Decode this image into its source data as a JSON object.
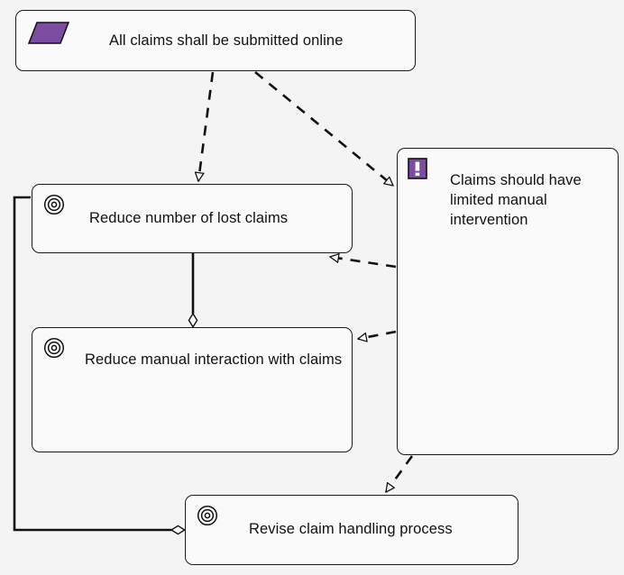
{
  "diagram": {
    "title": "ArchiMate Motivation View",
    "background_color": "#f4f4f4",
    "node_fill": "#fafafa",
    "node_stroke": "#1a1a1a",
    "accent_purple": "#7b4ca0",
    "nodes": [
      {
        "id": "requirement-all-claims-online",
        "type": "requirement",
        "icon": "requirement-parallelogram-icon",
        "label": "All claims shall be submitted online"
      },
      {
        "id": "constraint-limited-manual-intervention",
        "type": "constraint",
        "icon": "constraint-exclamation-icon",
        "label": "Claims should have limited manual intervention"
      },
      {
        "id": "goal-reduce-lost-claims",
        "type": "goal",
        "icon": "goal-target-icon",
        "label": "Reduce number of lost claims"
      },
      {
        "id": "goal-reduce-manual-interaction",
        "type": "goal",
        "icon": "goal-target-icon",
        "label": "Reduce manual interaction with claims"
      },
      {
        "id": "goal-revise-claim-handling",
        "type": "goal",
        "icon": "goal-target-icon",
        "label": "Revise claim handling process"
      }
    ],
    "edges": [
      {
        "id": "edge-req-to-lost-claims",
        "relationship": "realization",
        "style": "dashed",
        "arrowhead": "hollow-triangle",
        "from": "requirement-all-claims-online",
        "to": "goal-reduce-lost-claims"
      },
      {
        "id": "edge-req-to-constraint",
        "relationship": "realization",
        "style": "dashed",
        "arrowhead": "hollow-triangle",
        "from": "requirement-all-claims-online",
        "to": "constraint-limited-manual-intervention"
      },
      {
        "id": "edge-constraint-to-lost-claims",
        "relationship": "realization",
        "style": "dashed",
        "arrowhead": "hollow-triangle",
        "from": "constraint-limited-manual-intervention",
        "to": "goal-reduce-lost-claims"
      },
      {
        "id": "edge-constraint-to-manual-interaction",
        "relationship": "realization",
        "style": "dashed",
        "arrowhead": "hollow-triangle",
        "from": "constraint-limited-manual-intervention",
        "to": "goal-reduce-manual-interaction"
      },
      {
        "id": "edge-constraint-to-revise-process",
        "relationship": "realization",
        "style": "dashed",
        "arrowhead": "hollow-triangle",
        "from": "constraint-limited-manual-intervention",
        "to": "goal-revise-claim-handling"
      },
      {
        "id": "edge-lost-claims-aggregates-manual-interaction",
        "relationship": "aggregation",
        "style": "solid",
        "arrowhead": "hollow-diamond",
        "from": "goal-reduce-lost-claims",
        "to": "goal-reduce-manual-interaction"
      },
      {
        "id": "edge-lost-claims-aggregates-revise-process",
        "relationship": "aggregation",
        "style": "solid",
        "arrowhead": "hollow-diamond",
        "from": "goal-reduce-lost-claims",
        "to": "goal-revise-claim-handling"
      }
    ]
  }
}
